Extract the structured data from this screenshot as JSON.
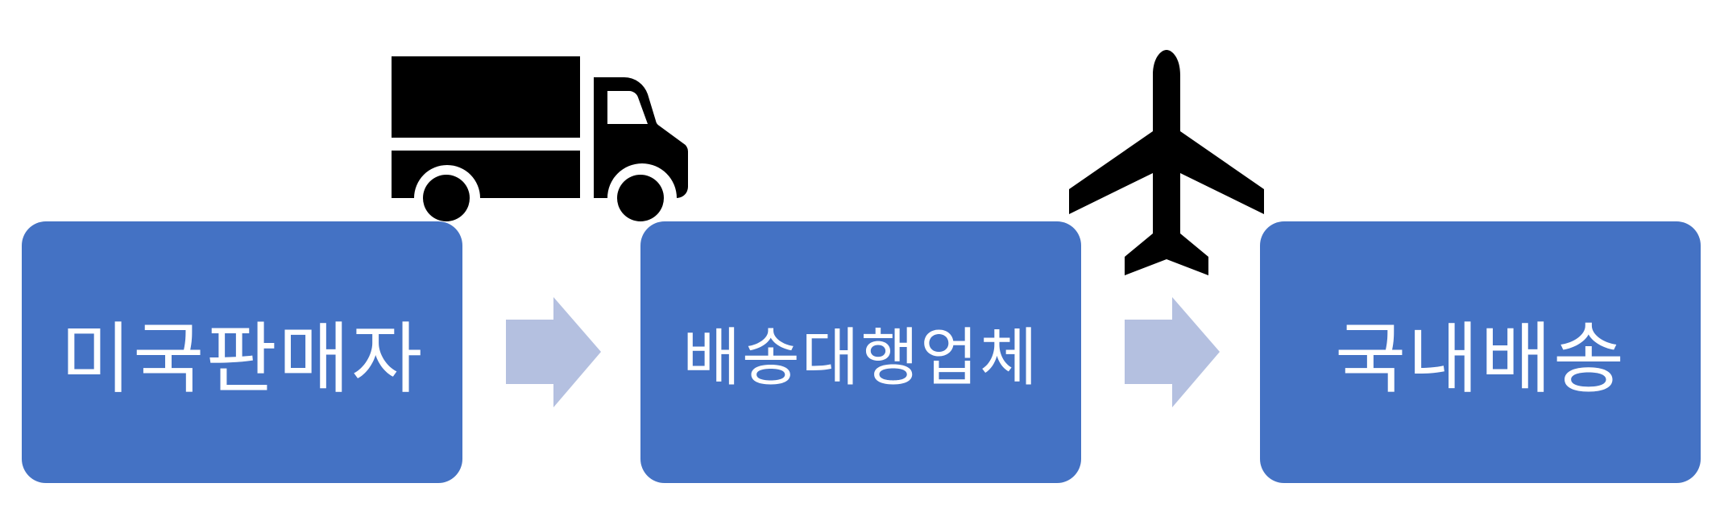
{
  "colors": {
    "box_fill": "#4472C4",
    "box_text": "#FFFFFF",
    "arrow_fill": "#B4C0E0",
    "icon_fill": "#000000"
  },
  "icons": {
    "truck": "truck-icon",
    "plane": "airplane-icon"
  },
  "steps": [
    {
      "label": "미국판매자"
    },
    {
      "label": "배송대행업체"
    },
    {
      "label": "국내배송"
    }
  ]
}
